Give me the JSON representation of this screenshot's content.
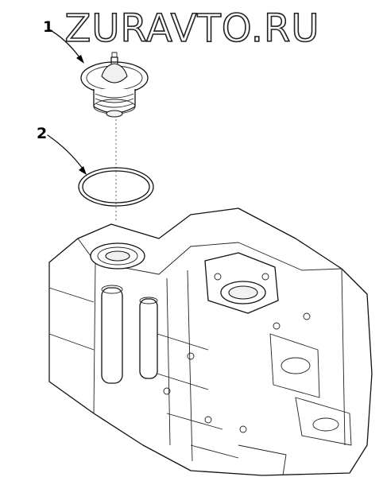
{
  "watermark": {
    "text": "ZURAVTO.RU"
  },
  "callouts": [
    {
      "label": "1"
    },
    {
      "label": "2"
    }
  ]
}
